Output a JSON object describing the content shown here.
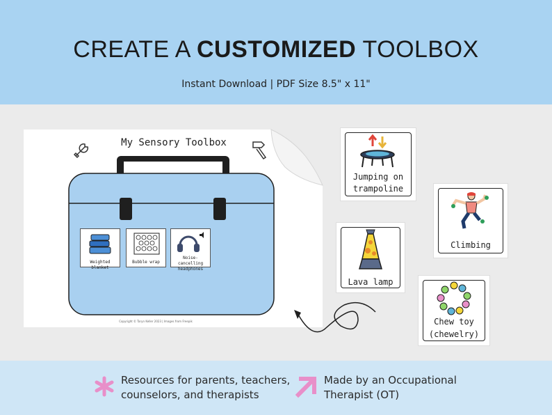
{
  "header": {
    "title_prefix": "CREATE A ",
    "title_bold": "CUSTOMIZED",
    "title_suffix": " TOOLBOX",
    "subtitle": "Instant Download | PDF Size 8.5\" x 11\""
  },
  "worksheet": {
    "title": "My Sensory Toolbox",
    "copyright": "Copyright © Taryn Keller 2023 | Images from Freepik",
    "toolbox_cards": [
      {
        "label": "Weighted blanket"
      },
      {
        "label": "Bubble wrap"
      },
      {
        "label": "Noise-cancelling headphones"
      }
    ]
  },
  "cards": [
    {
      "label_line1": "Jumping on",
      "label_line2": "trampoline"
    },
    {
      "label_line1": "Climbing",
      "label_line2": ""
    },
    {
      "label_line1": "Lava lamp",
      "label_line2": ""
    },
    {
      "label_line1": "Chew toy",
      "label_line2": "(chewelry)"
    }
  ],
  "footer": {
    "feature1": "Resources for parents, teachers, counselors, and therapists",
    "feature2": "Made by an Occupational Therapist (OT)"
  },
  "colors": {
    "header_bg": "#a9d3f2",
    "footer_bg": "#cfe6f6",
    "toolbox_blue": "#a9d0f0",
    "accent_pink": "#e88fc9"
  },
  "icons": [
    "wrench-icon",
    "hammer-icon",
    "asterisk-icon",
    "arrow-up-right-icon"
  ]
}
